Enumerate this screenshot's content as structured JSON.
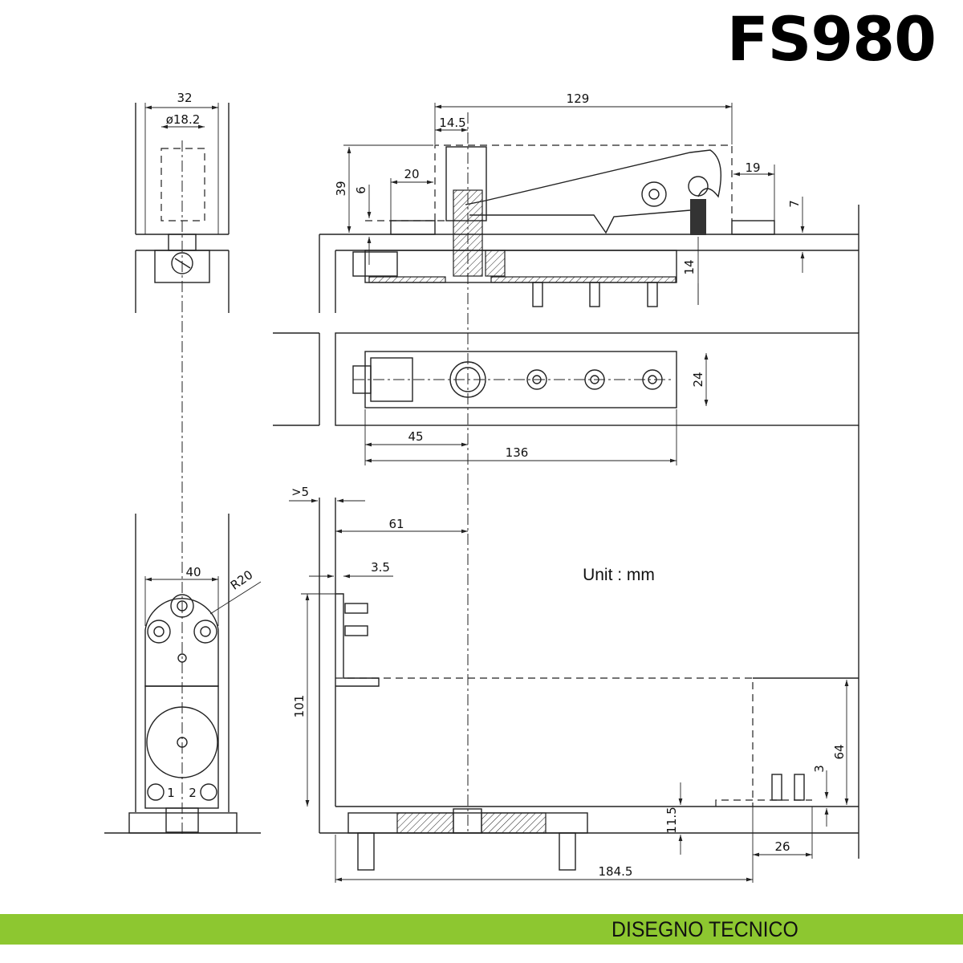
{
  "title": "FS980",
  "footer": "DISEGNO TECNICO",
  "unit_label": "Unit : mm",
  "dimensions": {
    "top_width": "32",
    "diameter": "ø18.2",
    "length_129": "129",
    "offset_14_5": "14.5",
    "d20": "20",
    "height_39": "39",
    "d6": "6",
    "d19": "19",
    "d7": "7",
    "d14": "14",
    "d24": "24",
    "d45": "45",
    "d136": "136",
    "gap_gt5": ">5",
    "d61": "61",
    "d3_5": "3.5",
    "d40": "40",
    "radius": "R20",
    "d101": "101",
    "d64": "64",
    "d3": "3",
    "d11_5": "11.5",
    "d26": "26",
    "d184_5": "184.5"
  },
  "adjust_labels": [
    "1",
    "2"
  ]
}
